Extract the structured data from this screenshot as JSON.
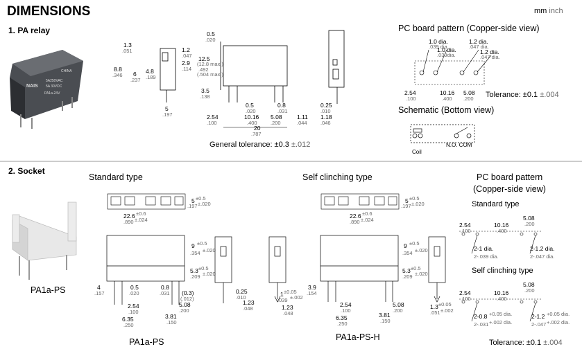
{
  "header": {
    "title": "DIMENSIONS",
    "unit_mm": "mm",
    "unit_inch": "inch"
  },
  "pa_relay": {
    "heading": "1. PA relay",
    "pcb_title": "PC board pattern (Copper-side view)",
    "schematic_title": "Schematic (Bottom view)",
    "tolerance_label": "Tolerance: ±0.1",
    "tolerance_inch": "±.004",
    "general_tolerance_label": "General tolerance: ±0.3",
    "general_tolerance_inch": "±.012",
    "coil_label": "Coil",
    "contacts_label": "N.O. COM",
    "relay_print": [
      "NAIS",
      "CHINA",
      "5A250VAC",
      "5A 30VDC",
      "PA1a-24V"
    ],
    "dims": {
      "d13": "1.3",
      "d13i": ".051",
      "d88": "8.8",
      "d88i": ".346",
      "d6": "6",
      "d6i": ".237",
      "d48": "4.8",
      "d48i": ".189",
      "d5": "5",
      "d5i": ".197",
      "d05a": "0.5",
      "d05ai": ".020",
      "d12": "1.2",
      "d12i": ".047",
      "d29": "2.9",
      "d29i": ".114",
      "d125": "12.5",
      "d128": "(12.8 max.)",
      "d125i": ".492",
      "d504": "(.504 max.)",
      "d35": "3.5",
      "d35i": ".138",
      "d254": "2.54",
      "d254i": ".100",
      "d05b": "0.5",
      "d05bi": ".020",
      "d1016": "10.16",
      "d1016i": ".400",
      "d508": "5.08",
      "d508i": ".200",
      "d08": "0.8",
      "d08i": ".031",
      "d111": "1.11",
      "d111i": ".044",
      "d20": "20",
      "d20i": ".787",
      "d025": "0.25",
      "d025i": ".010",
      "d118": "1.18",
      "d118i": ".046",
      "p10a": "1.0 dia.",
      "p10ai": ".039 dia.",
      "p10b": "1.0 dia.",
      "p10bi": ".039dia.",
      "p12a": "1.2 dia.",
      "p12ai": ".047 dia.",
      "p12b": "1.2 dia.",
      "p12bi": ".047 dia.",
      "p254": "2.54",
      "p254i": ".100",
      "p1016": "10.16",
      "p1016i": ".400",
      "p508": "5.08",
      "p508i": ".200"
    }
  },
  "socket": {
    "heading": "2. Socket",
    "standard_type": "Standard type",
    "self_clinching_type": "Self clinching type",
    "product_label": "PA1a-PS",
    "pa1a_ps": "PA1a-PS",
    "pa1a_ps_h": "PA1a-PS-H",
    "pcb_title_1": "PC board pattern",
    "pcb_title_2": "(Copper-side view)",
    "pcb_standard": "Standard type",
    "pcb_self": "Self clinching type",
    "tolerance_label": "Tolerance: ±0.1",
    "tolerance_inch": "±.004",
    "dims": {
      "w226": "22.6",
      "w226t": "±0.6",
      "w226i": ".890",
      "w226it": "±.024",
      "h5": "5",
      "h5t": "±0.5",
      "h5i": ".197",
      "h5it": "±.020",
      "h9": "9",
      "h9t": "±0.5",
      "h9i": ".354",
      "h9it": "±.020",
      "h53": "5.3",
      "h53t": "±0.5",
      "h53i": ".209",
      "h53it": "±.020",
      "d4": "4",
      "d4i": ".157",
      "d39": "3.9",
      "d39i": ".154",
      "d05": "0.5",
      "d05i": ".020",
      "d08": "0.8",
      "d08i": ".031",
      "d03": "(0.3)",
      "d03i": "(.012)",
      "d254": "2.54",
      "d254i": ".100",
      "d508": "5.08",
      "d508i": ".200",
      "d635": "6.35",
      "d635i": ".250",
      "d381": "3.81",
      "d381i": ".150",
      "d025": "0.25",
      "d025i": ".010",
      "d123": "1.23",
      "d123i": ".048",
      "d1": "1",
      "d1t": "±0.05",
      "d1i": ".039",
      "d1it": "±.002",
      "d123b": "1.23",
      "d123bi": ".048",
      "d13": "1.3",
      "d13t": "±0.05",
      "d13i": ".051",
      "d13it": "±.002",
      "p254": "2.54",
      "p254i": ".100",
      "p1016": "10.16",
      "p1016i": ".400",
      "p508": "5.08",
      "p508i": ".200",
      "p21": "2-1 dia.",
      "p21i": "2-.039 dia.",
      "p212": "2-1.2 dia.",
      "p212i": "2-.047 dia.",
      "q254": "2.54",
      "q254i": ".100",
      "q1016": "10.16",
      "q1016i": ".400",
      "q508": "5.08",
      "q508i": ".200",
      "q08": "2-0.8",
      "q08t": "+0.05 dia.",
      "q08i": "2-.031",
      "q08it": "+.002 dia.",
      "q12": "2-1.2",
      "q12t": "+0.05 dia.",
      "q12i": "2-.047",
      "q12it": "+.002 dia."
    }
  }
}
